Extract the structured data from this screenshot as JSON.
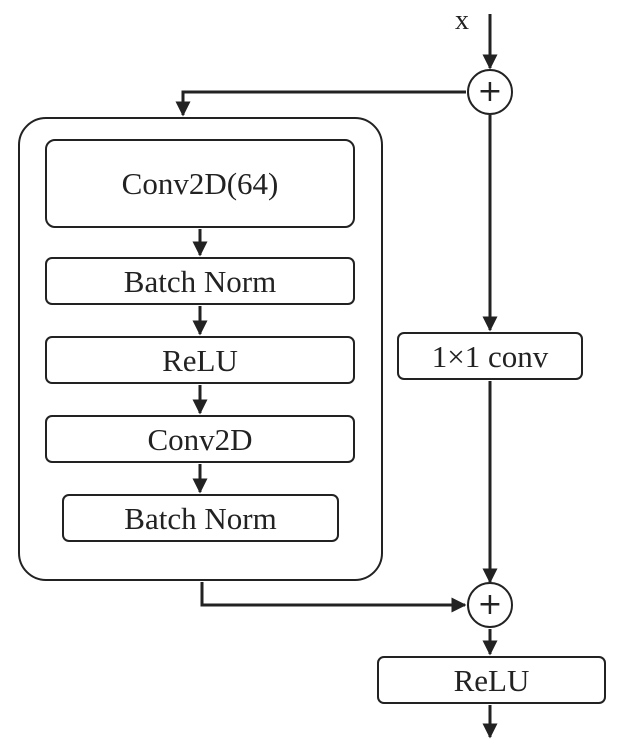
{
  "input_label": "x",
  "add_symbol": "+",
  "blocks": {
    "conv2d_64": "Conv2D(64)",
    "batch_norm_1": "Batch Norm",
    "relu_inner": "ReLU",
    "conv2d": "Conv2D",
    "batch_norm_2": "Batch Norm",
    "shortcut_conv": "1×1 conv",
    "relu_output": "ReLU"
  },
  "line_color": "#222222",
  "background_color": "#ffffff"
}
